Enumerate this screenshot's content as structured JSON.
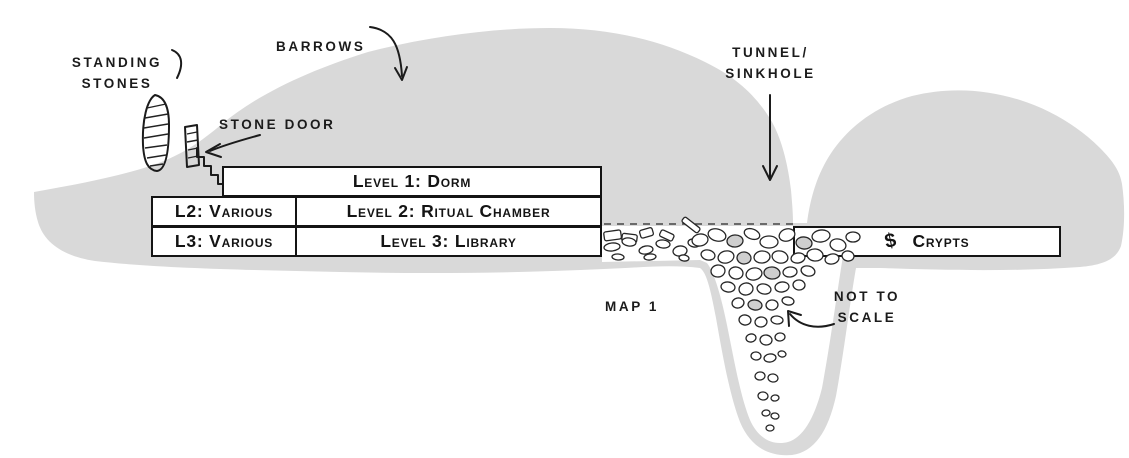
{
  "colors": {
    "hill_gray": "#d9d9d9",
    "ink": "#1b1b1b",
    "paper": "#ffffff"
  },
  "annotations": {
    "standing_stones": [
      "STANDING",
      "STONES"
    ],
    "barrows": "BARROWS",
    "tunnel_sinkhole": [
      "TUNNEL/",
      "SINKHOLE"
    ],
    "stone_door": "STONE DOOR",
    "map_label": "MAP 1",
    "not_to_scale": [
      "NOT TO",
      "SCALE"
    ]
  },
  "levels": [
    {
      "label": "Level 1: Dorm"
    },
    {
      "side": "L2: Various",
      "label": "Level 2: Ritual Chamber"
    },
    {
      "side": "L3: Various",
      "label": "Level 3: Library"
    }
  ],
  "crypts": {
    "symbol": "$",
    "label": "Crypts"
  }
}
